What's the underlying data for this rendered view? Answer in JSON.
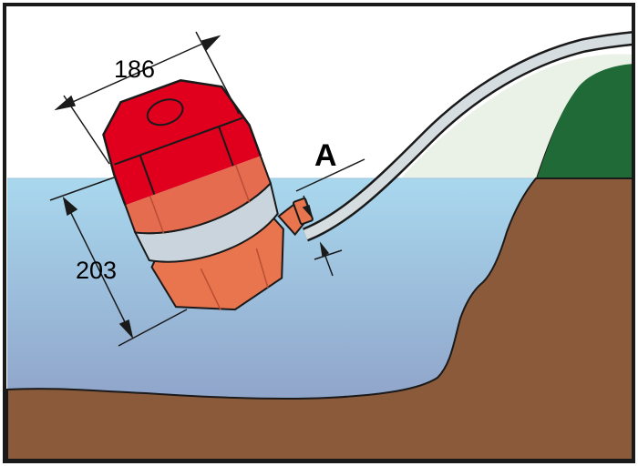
{
  "diagram": {
    "dimension_width_label": "186",
    "dimension_height_label": "203",
    "callout_label": "A"
  },
  "colors": {
    "sky": "#ffffff",
    "water_top": "#a9d8ee",
    "water_bottom": "#8fa3c9",
    "earth": "#8a5a3b",
    "vegetation": "#1f6a36",
    "cap_above_water": "#e0001e",
    "cap_below_water": "#e56c4f",
    "body_orange": "#e8754e",
    "band": "#c9d4dc",
    "hose": "#d6dde0",
    "outline": "#1a1a1a"
  }
}
